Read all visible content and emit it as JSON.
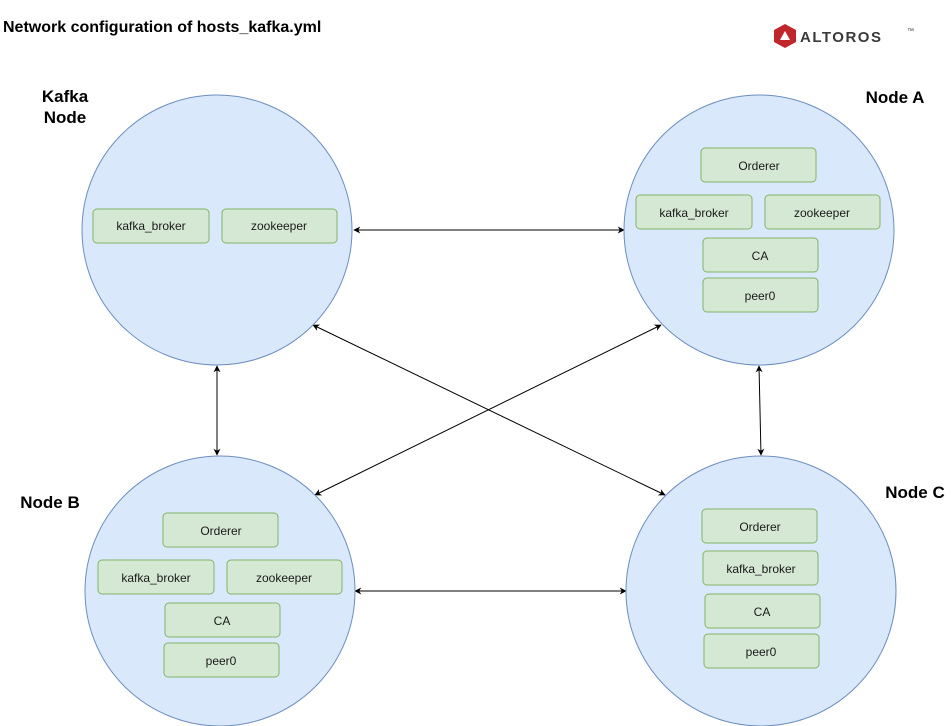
{
  "title": "Network configuration of hosts_kafka.yml",
  "logo": {
    "text": "ALTOROS",
    "trademark": "™",
    "brand_color": "#c0272d",
    "text_color": "#3a3a3a"
  },
  "colors": {
    "circle_fill": "#dae8fc",
    "circle_stroke": "#6c8ebf",
    "box_fill": "#d5e8d4",
    "box_stroke": "#82b366",
    "arrow": "#000000"
  },
  "nodes": {
    "kafka": {
      "label_line1": "Kafka",
      "label_line2": "Node",
      "services": [
        "kafka_broker",
        "zookeeper"
      ]
    },
    "a": {
      "label": "Node A",
      "services": [
        "Orderer",
        "kafka_broker",
        "zookeeper",
        "CA",
        "peer0"
      ]
    },
    "b": {
      "label": "Node B",
      "services": [
        "Orderer",
        "kafka_broker",
        "zookeeper",
        "CA",
        "peer0"
      ]
    },
    "c": {
      "label": "Node C",
      "services": [
        "Orderer",
        "kafka_broker",
        "CA",
        "peer0"
      ]
    }
  },
  "connections": [
    {
      "from": "kafka",
      "to": "a",
      "bidirectional": true
    },
    {
      "from": "kafka",
      "to": "b",
      "bidirectional": true
    },
    {
      "from": "kafka",
      "to": "c",
      "bidirectional": true
    },
    {
      "from": "a",
      "to": "b",
      "bidirectional": true
    },
    {
      "from": "a",
      "to": "c",
      "bidirectional": true
    },
    {
      "from": "b",
      "to": "c",
      "bidirectional": true
    }
  ]
}
